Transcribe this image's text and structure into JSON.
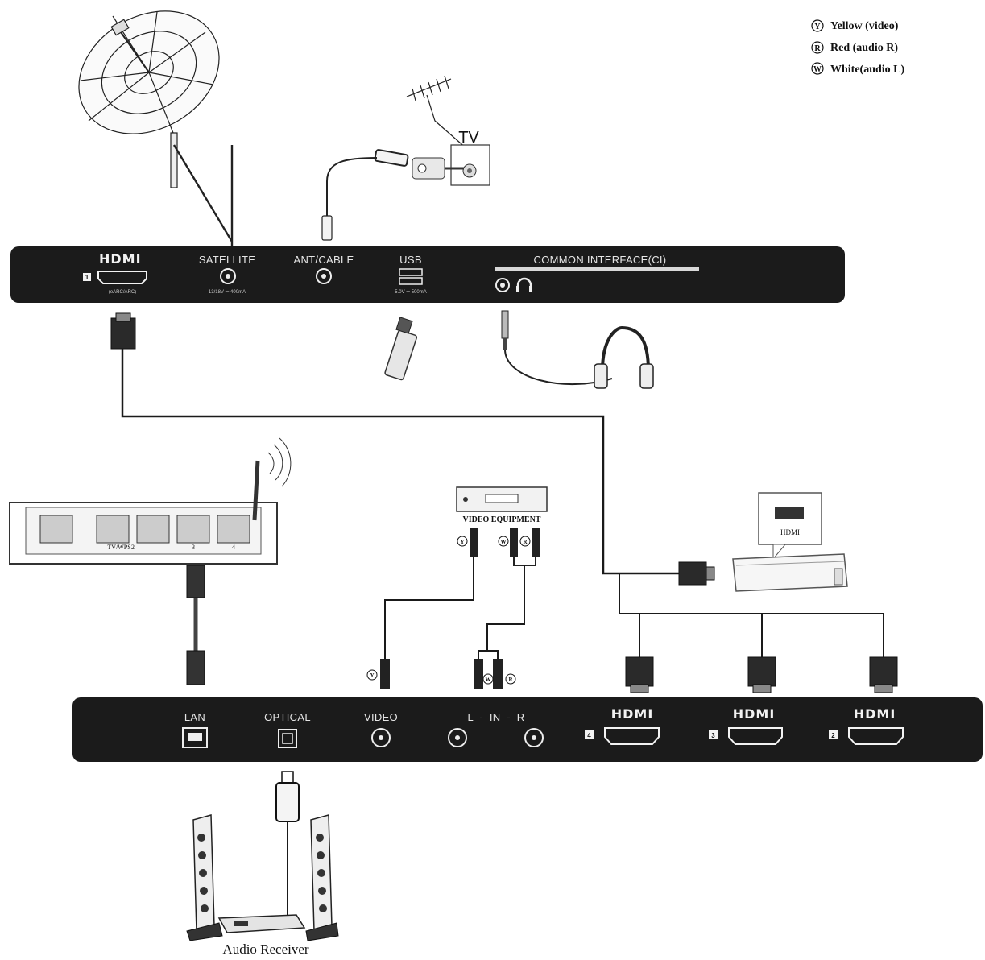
{
  "legend": [
    {
      "letter": "Y",
      "label": "Yellow (video)"
    },
    {
      "letter": "R",
      "label": "Red (audio R)"
    },
    {
      "letter": "W",
      "label": "White(audio L)"
    }
  ],
  "top_panel": {
    "hdmi1_logo": "HDMI",
    "hdmi1_number": "1",
    "hdmi1_sub": "(eARC/ARC)",
    "satellite": "SATELLITE",
    "satellite_sub": "13/18V ⎓ 400mA",
    "ant_cable": "ANT/CABLE",
    "usb": "USB",
    "usb_sub": "5.0V ⎓ 500mA",
    "common_interface": "COMMON INTERFACE(CI)"
  },
  "wall_outlet": {
    "label": "TV"
  },
  "router": {
    "port_label_1": "TV/WPS",
    "port_label_2": "2",
    "port_label_3": "3",
    "port_label_4": "4"
  },
  "video_equipment": {
    "label": "VIDEO EQUIPMENT",
    "y": "Y",
    "w": "W",
    "r": "R"
  },
  "rca_plugs": {
    "y": "Y",
    "w": "W",
    "r": "R"
  },
  "bluray": {
    "hdmi_label": "HDMI"
  },
  "bottom_panel": {
    "lan": "LAN",
    "optical": "OPTICAL",
    "video": "VIDEO",
    "audio_in": "L  -  IN  -  R",
    "hdmi4_logo": "HDMI",
    "hdmi4_number": "4",
    "hdmi3_logo": "HDMI",
    "hdmi3_number": "3",
    "hdmi2_logo": "HDMI",
    "hdmi2_number": "2"
  },
  "audio_receiver": {
    "label": "Audio Receiver"
  },
  "colors": {
    "panel": "#1b1b1b",
    "line": "#1a1a1a",
    "panel_text": "#e6e6e6"
  }
}
